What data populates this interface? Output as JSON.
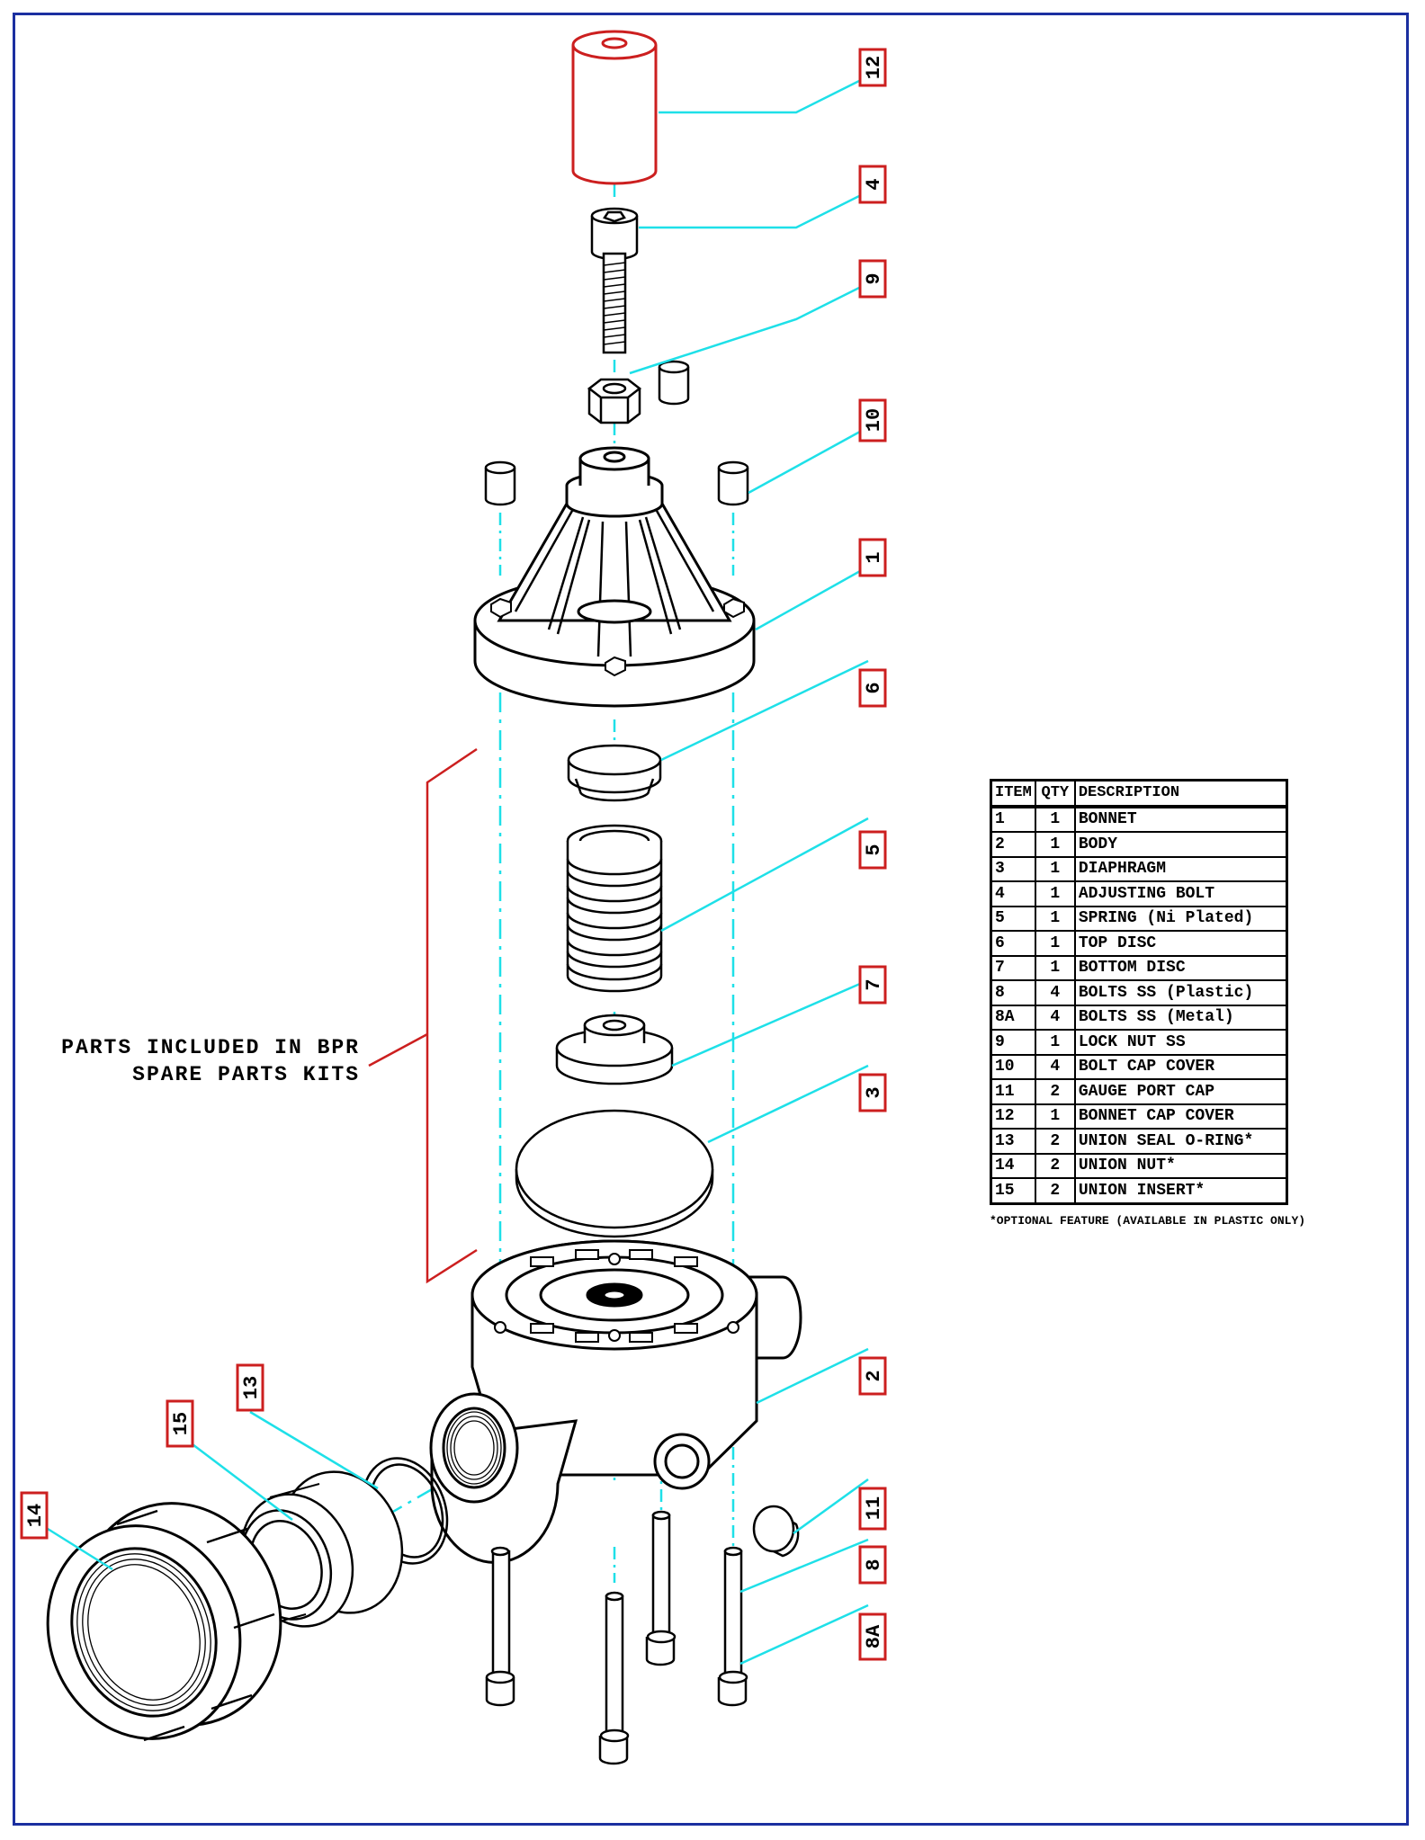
{
  "kit_note": {
    "line1": "PARTS INCLUDED IN BPR",
    "line2": "SPARE PARTS KITS"
  },
  "callouts": [
    "12",
    "4",
    "9",
    "10",
    "1",
    "6",
    "5",
    "7",
    "3",
    "2",
    "11",
    "8",
    "8A",
    "13",
    "15",
    "14"
  ],
  "table": {
    "headers": [
      "ITEM",
      "QTY",
      "DESCRIPTION"
    ],
    "rows": [
      [
        "1",
        "1",
        "BONNET"
      ],
      [
        "2",
        "1",
        "BODY"
      ],
      [
        "3",
        "1",
        "DIAPHRAGM"
      ],
      [
        "4",
        "1",
        "ADJUSTING BOLT"
      ],
      [
        "5",
        "1",
        "SPRING (Ni Plated)"
      ],
      [
        "6",
        "1",
        "TOP DISC"
      ],
      [
        "7",
        "1",
        "BOTTOM DISC"
      ],
      [
        "8",
        "4",
        "BOLTS SS (Plastic)"
      ],
      [
        "8A",
        "4",
        "BOLTS SS (Metal)"
      ],
      [
        "9",
        "1",
        "LOCK NUT SS"
      ],
      [
        "10",
        "4",
        "BOLT CAP COVER"
      ],
      [
        "11",
        "2",
        "GAUGE PORT CAP"
      ],
      [
        "12",
        "1",
        "BONNET CAP COVER"
      ],
      [
        "13",
        "2",
        "UNION SEAL O-RING*"
      ],
      [
        "14",
        "2",
        "UNION NUT*"
      ],
      [
        "15",
        "2",
        "UNION INSERT*"
      ]
    ]
  },
  "footnote": "*OPTIONAL FEATURE (AVAILABLE IN PLASTIC ONLY)",
  "colors": {
    "frame": "#1b2fa0",
    "leader": "#1ee0e8",
    "callout_box": "#cc1f1f",
    "cap": "#cc1f1f",
    "line": "#000000"
  }
}
